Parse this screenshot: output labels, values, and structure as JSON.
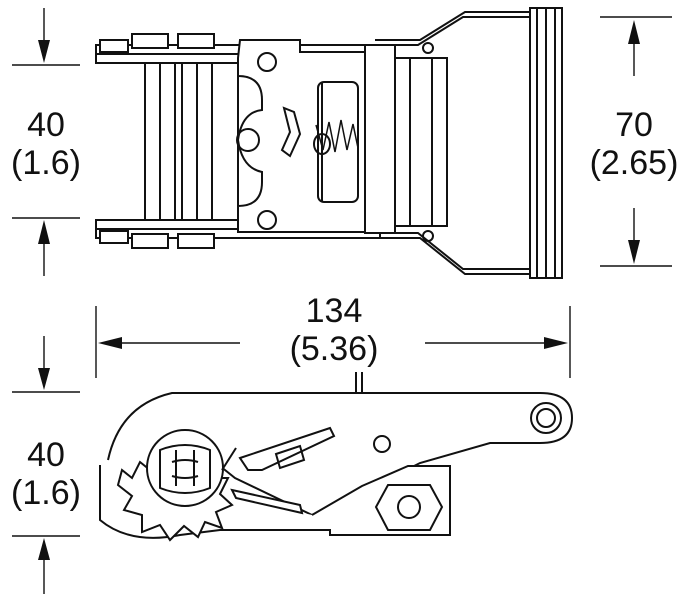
{
  "dimensions": {
    "top_left_height": {
      "value": "40",
      "inch": "(1.6)"
    },
    "top_right_height": {
      "value": "70",
      "inch": "(2.65)"
    },
    "length": {
      "value": "134",
      "inch": "(5.36)"
    },
    "bottom_left_height": {
      "value": "40",
      "inch": "(1.6)"
    }
  }
}
